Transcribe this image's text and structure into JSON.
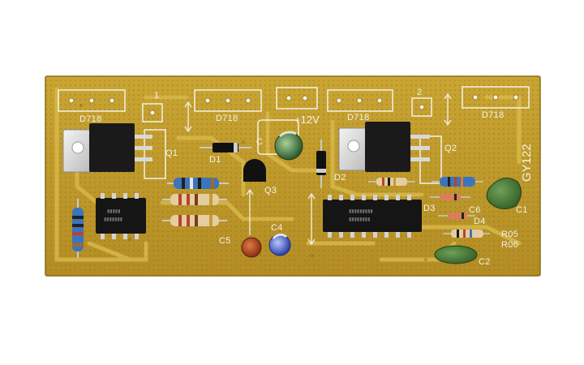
{
  "photo": {
    "board_code": "GY122",
    "connector_label": "D718",
    "power_label": "+12V",
    "labels": {
      "q1": "Q1",
      "q2": "Q2",
      "q3": "Q3",
      "d1": "D1",
      "d2": "D2",
      "d3": "D3",
      "d4": "D4",
      "c1": "C1",
      "c2": "C2",
      "c4": "C4",
      "c5": "C5",
      "c6": "C6",
      "r05": "R05",
      "r06": "R06",
      "num1": "1",
      "num2": "2"
    },
    "colors": {
      "pcb": "#bf9a2c",
      "silk": "#f2f2ea",
      "background": "#ffffff"
    }
  }
}
